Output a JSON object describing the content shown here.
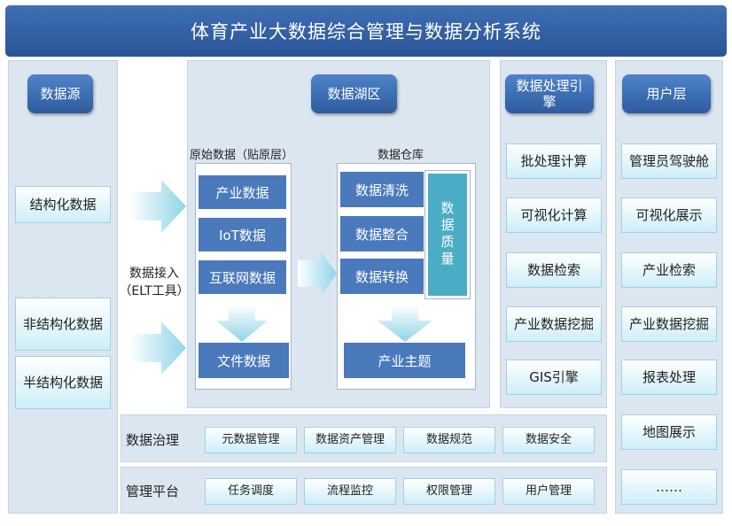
{
  "title": "体育产业大数据综合管理与数据分析系统",
  "data_source": {
    "header": "数据源",
    "items": [
      "结构化数据",
      "非结构化数据",
      "半结构化数据"
    ]
  },
  "ingest": {
    "label_line1": "数据接入",
    "label_line2": "（ELT工具）"
  },
  "data_lake": {
    "header": "数据湖区",
    "raw": {
      "title": "原始数据（贴原层）",
      "items": [
        "产业数据",
        "IoT数据",
        "互联网数据"
      ],
      "file": "文件数据"
    },
    "warehouse": {
      "title": "数据仓库",
      "items": [
        "数据清洗",
        "数据整合",
        "数据转换"
      ],
      "quality": "数据质量",
      "topic": "产业主题"
    }
  },
  "engine": {
    "header": "数据处理引擎",
    "items": [
      "批处理计算",
      "可视化计算",
      "数据检索",
      "产业数据挖掘",
      "GIS引擎"
    ]
  },
  "user": {
    "header": "用户层",
    "items": [
      "管理员驾驶舱",
      "可视化展示",
      "产业检索",
      "产业数据挖掘",
      "报表处理",
      "地图展示",
      "……"
    ]
  },
  "governance": {
    "label": "数据治理",
    "items": [
      "元数据管理",
      "数据资产管理",
      "数据规范",
      "数据安全"
    ]
  },
  "platform": {
    "label": "管理平台",
    "items": [
      "任务调度",
      "流程监控",
      "权限管理",
      "用户管理"
    ]
  }
}
